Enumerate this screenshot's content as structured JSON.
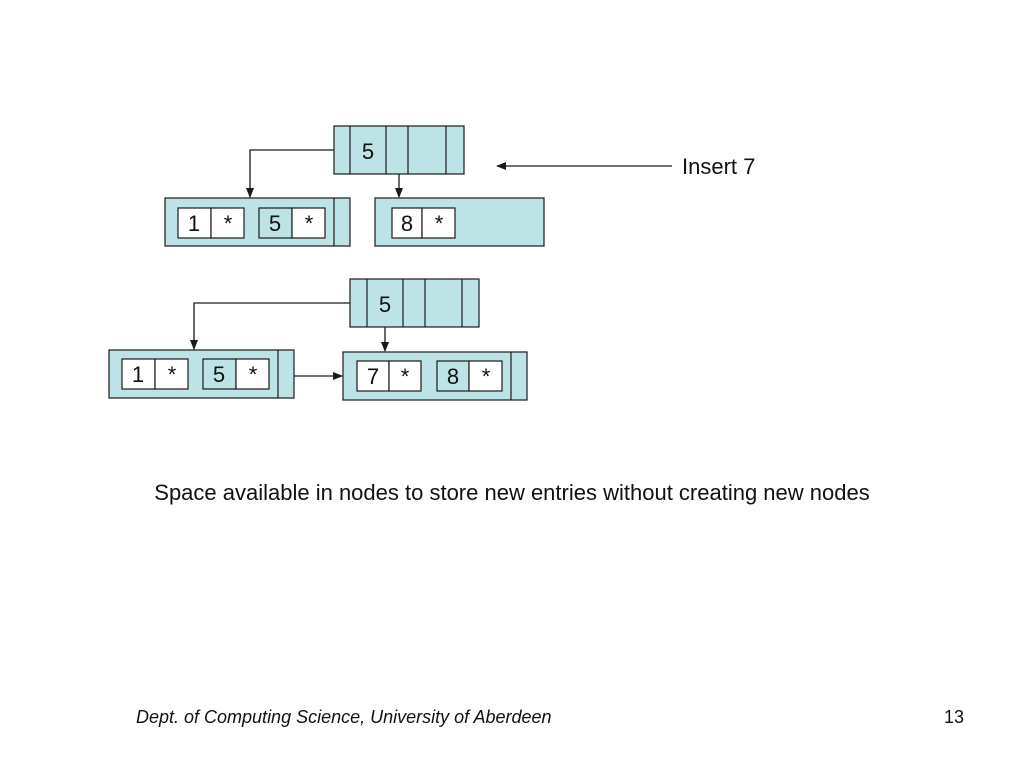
{
  "diagram": {
    "insert_label": "Insert 7",
    "before": {
      "root": {
        "key": "5"
      },
      "left_leaf": {
        "entries": [
          {
            "key": "1",
            "ptr": "*"
          },
          {
            "key": "5",
            "ptr": "*"
          }
        ]
      },
      "right_leaf": {
        "entries": [
          {
            "key": "8",
            "ptr": "*"
          }
        ]
      }
    },
    "after": {
      "root": {
        "key": "5"
      },
      "left_leaf": {
        "entries": [
          {
            "key": "1",
            "ptr": "*"
          },
          {
            "key": "5",
            "ptr": "*"
          }
        ]
      },
      "right_leaf": {
        "entries": [
          {
            "key": "7",
            "ptr": "*"
          },
          {
            "key": "8",
            "ptr": "*"
          }
        ]
      }
    }
  },
  "caption": "Space available in nodes to store new entries without creating new nodes",
  "footer": {
    "department": "Dept. of Computing Science, University of Aberdeen",
    "page_number": "13"
  }
}
